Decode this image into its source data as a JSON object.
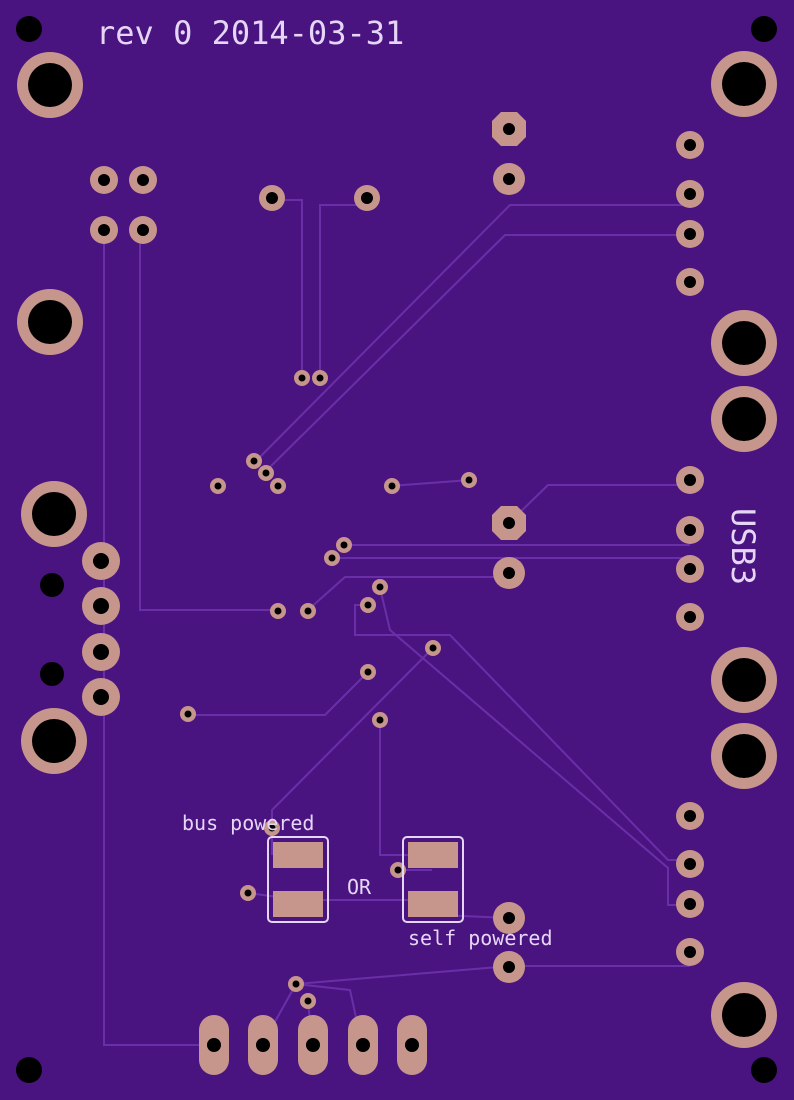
{
  "board": {
    "revision_label": "rev 0 2014-03-31",
    "connector_label": "USB3",
    "jumper_bus_label": "bus powered",
    "jumper_or_label": "OR",
    "jumper_self_label": "self powered"
  },
  "colors": {
    "substrate": "#4a1480",
    "trace": "#6a2fa8",
    "copper": "#c6968c",
    "drill": "#000000",
    "silkscreen": "#e6d6f6"
  }
}
